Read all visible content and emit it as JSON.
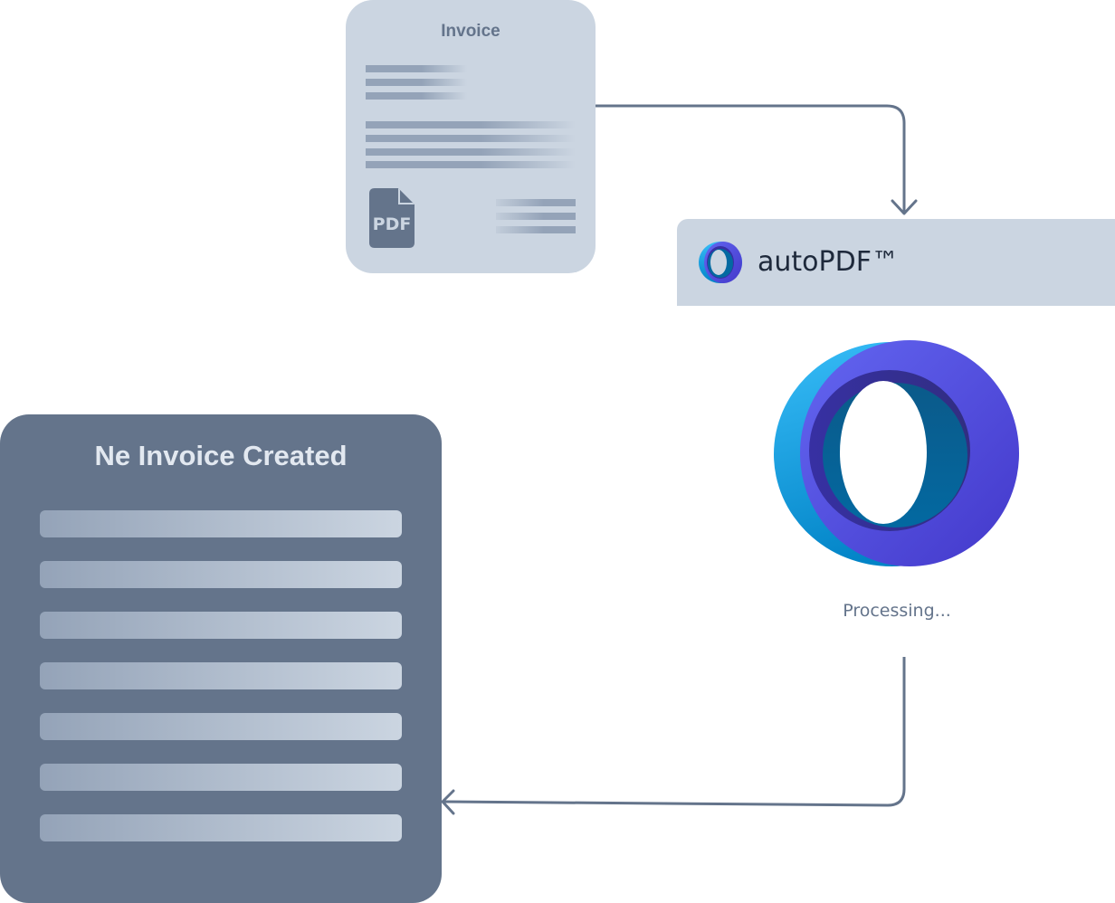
{
  "invoice": {
    "title": "Invoice",
    "icon_label": "PDF"
  },
  "autopdf": {
    "name": "autoPDF™"
  },
  "processing": {
    "status": "Processing..."
  },
  "new_invoice": {
    "title": "Ne Invoice Created",
    "row_count": 7
  },
  "colors": {
    "card_light": "#cbd5e1",
    "card_dark": "#64748b",
    "connector": "#64748b",
    "ring_blue": "#0ea5e9",
    "ring_purple": "#6366f1"
  }
}
